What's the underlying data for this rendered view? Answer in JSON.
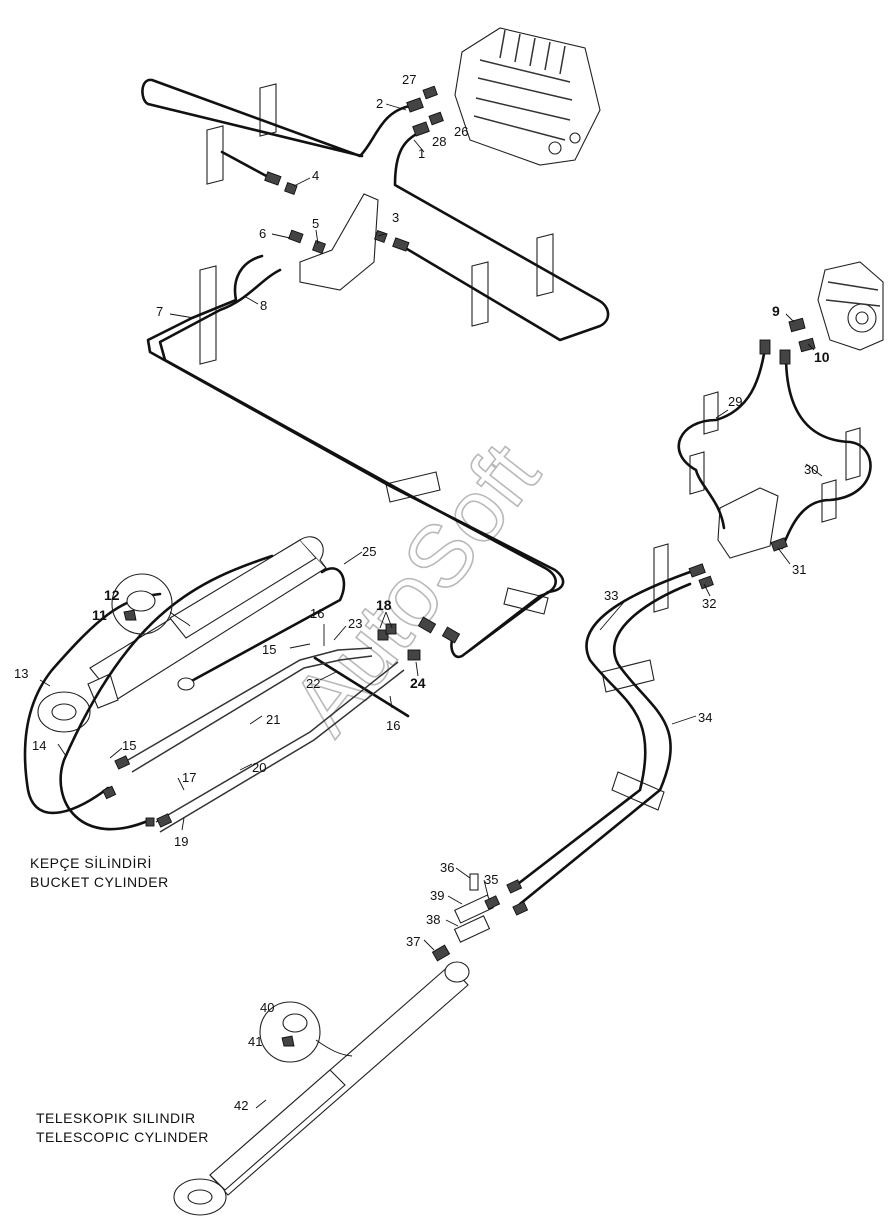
{
  "captions": {
    "bucket_tr": "KEPÇE SİLİNDİRİ",
    "bucket_en": "BUCKET CYLINDER",
    "tele_tr": "TELESKOPIK SILINDIR",
    "tele_en": "TELESCOPIC CYLINDER"
  },
  "watermark": "AutoSoft",
  "labels": {
    "p1": "1",
    "p2": "2",
    "p3": "3",
    "p4": "4",
    "p5": "5",
    "p6": "6",
    "p7": "7",
    "p8": "8",
    "p9": "9",
    "p10": "10",
    "p11": "11",
    "p12": "12",
    "p13": "13",
    "p14": "14",
    "p15a": "15",
    "p15b": "15",
    "p16a": "16",
    "p16b": "16",
    "p17": "17",
    "p18": "18",
    "p19": "19",
    "p20": "20",
    "p21": "21",
    "p22": "22",
    "p23": "23",
    "p24": "24",
    "p25": "25",
    "p26": "26",
    "p27": "27",
    "p28": "28",
    "p29": "29",
    "p30": "30",
    "p31": "31",
    "p32": "32",
    "p33": "33",
    "p34": "34",
    "p35": "35",
    "p36": "36",
    "p37": "37",
    "p38": "38",
    "p39": "39",
    "p40": "40",
    "p41": "41",
    "p42": "42"
  }
}
